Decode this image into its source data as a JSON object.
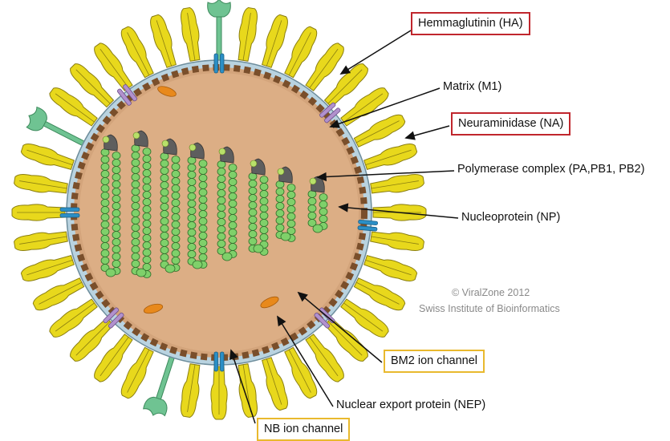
{
  "labels": {
    "ha": "Hemmaglutinin (HA)",
    "m1": "Matrix (M1)",
    "na": "Neuraminidase (NA)",
    "polymerase": "Polymerase complex (PA,PB1, PB2)",
    "np": "Nucleoprotein (NP)",
    "bm2": "BM2 ion channel",
    "nep": "Nuclear export protein (NEP)",
    "nb": "NB ion channel"
  },
  "credit": {
    "line1": "© ViralZone 2012",
    "line2": "Swiss Institute of Bioinformatics"
  },
  "colors": {
    "ha_spike": "#e8d81c",
    "na_spike": "#6fc392",
    "core": "#dcae85",
    "matrix": "#7a4f2b",
    "envelope": "#b9d3e0",
    "ion_channel": "#2b8fc6",
    "bm2_channel": "#b191cd",
    "nep": "#e8891c",
    "nucleoprotein": "#7fd06a",
    "polymerase": "#5e5e5e",
    "ha_na_box": "#c0262d",
    "bm2_nb_box": "#e9b92e"
  }
}
